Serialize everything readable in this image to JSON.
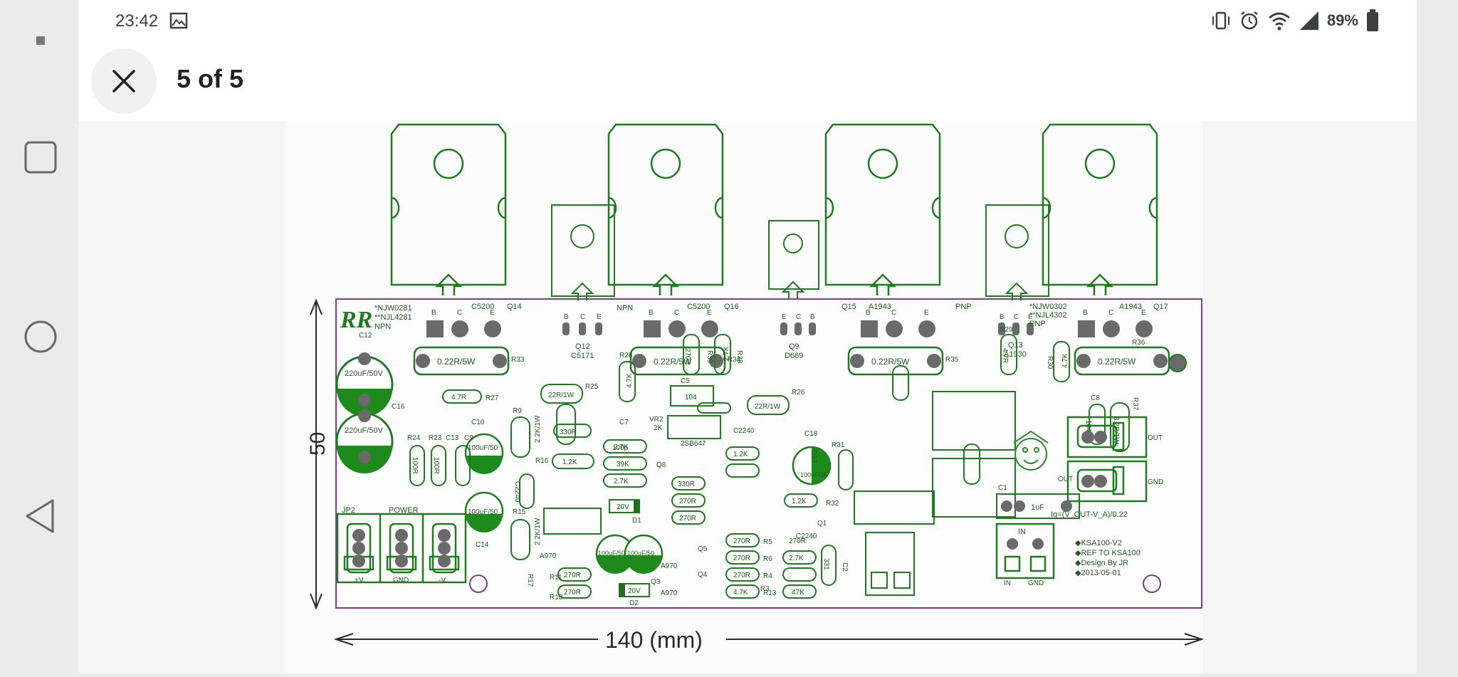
{
  "status_bar": {
    "time": "23:42",
    "battery_percent": "89%",
    "battery_level": 0.89,
    "icons": [
      "gallery-icon",
      "vibrate-icon",
      "alarm-icon",
      "wifi-icon",
      "signal-icon",
      "battery-icon"
    ]
  },
  "viewer": {
    "page_counter": "5 of 5",
    "close_icon": "close-icon"
  },
  "pcb": {
    "logo": "RR",
    "npn_label": "NPN",
    "pnp_label": "PNP",
    "njw_left": "*NJW0281",
    "njl_left": "**NJL4281",
    "njw_right": "*NJW0302",
    "njl_right": "**NJL4302",
    "power_label": "POWER",
    "jp2_label": "JP2",
    "in_label": "IN",
    "gnd_label": "GND",
    "out_label": "OUT",
    "plus_v": "+V",
    "minus_v": "-V",
    "formula": "Iq=(V_OUT-V_A)/0.22",
    "info": [
      "◆KSA100-V2",
      "◆REF TO KSA100",
      "◆Design By JR",
      "◆2013-05-01"
    ],
    "height_dim": "50",
    "width_dim": "140 (mm)",
    "transistors": [
      {
        "ref": "Q14",
        "part": "C5200"
      },
      {
        "ref": "Q16",
        "part": "C5200"
      },
      {
        "ref": "Q15",
        "part": "A1943"
      },
      {
        "ref": "Q17",
        "part": "A1943"
      }
    ],
    "drivers": [
      {
        "ref": "Q12",
        "part": "C5171"
      },
      {
        "ref": "Q9",
        "part": "D669"
      },
      {
        "ref": "Q13",
        "part": "A1930"
      }
    ],
    "pin_b": "B",
    "pin_c": "C",
    "pin_e": "E",
    "resistors_022": [
      "0.22R/5W",
      "0.22R/5W",
      "0.22R/5W",
      "0.22R/5W"
    ],
    "res_refs": [
      "R33",
      "R34",
      "R35",
      "R36"
    ],
    "caps_220": [
      "220uF/50V",
      "220uF/50V"
    ],
    "cap_refs": [
      "C12",
      "C16"
    ],
    "small_caps": [
      {
        "ref": "C10",
        "val": "100uF/50"
      },
      {
        "ref": "C14",
        "val": "100uF/50"
      },
      {
        "ref": "C18",
        "val": "100uF/35"
      }
    ],
    "lbl_r27": "R27",
    "val_r27": "4.7R",
    "lbl_r28": "R28",
    "val_4k7": "4.7K",
    "lbl_r29": "R29",
    "val_47r": "4.7R",
    "lbl_r30": "R30",
    "val_47k2": "4.7K",
    "lbl_r25": "R25",
    "val_22r": "22R/1W",
    "lbl_r26": "R26",
    "val_22r2": "22R/1W",
    "lbl_r9": "R9",
    "val_r9": "2.2K/1W",
    "lbl_r15": "R15",
    "val_r15": "2.2K/1W",
    "lbl_r39": "R39",
    "val_270": "270R",
    "lbl_r38": "R38",
    "val_27k": "2.7K",
    "lbl_c5": "C5",
    "val_104": "104",
    "lbl_vr2": "VR2",
    "val_2k": "2K",
    "lbl_q8": "Q8",
    "val_2sb": "2SB647",
    "lbl_c7": "C7",
    "val_100p": "100p",
    "lbl_c2240": "C2240",
    "lbl_330r": "330R",
    "lbl_1k2": "1.2K",
    "lbl_39k": "39K",
    "lbl_20v": "20V",
    "lbl_d1": "D1",
    "lbl_d2": "D2",
    "lbl_100uf": "100uF/50",
    "lbl_a970": "A970",
    "lbl_c1": "C1",
    "val_1uf": "1uF",
    "lbl_c8": "C8",
    "lbl_r37": "R37",
    "val_r37": "8.2R/1W",
    "lbl_r24": "R24",
    "lbl_r23": "R23",
    "val_100r": "100R",
    "lbl_c13": "C13",
    "lbl_c9": "C9",
    "lbl_r16": "R16",
    "lbl_r17": "R17",
    "lbl_r10": "R10",
    "lbl_r11": "R11",
    "lbl_q5": "Q5",
    "lbl_q4": "Q4",
    "lbl_q3": "Q3",
    "lbl_q1": "Q1",
    "lbl_r31": "R31",
    "lbl_r32": "R32",
    "lbl_c17": "C17",
    "lbl_c2": "C2",
    "val_331": "331",
    "lbl_47k": "47K",
    "lbl_r5": "R5",
    "lbl_r6": "R6",
    "lbl_r4": "R4",
    "lbl_r3": "R3",
    "lbl_r13": "R13"
  }
}
